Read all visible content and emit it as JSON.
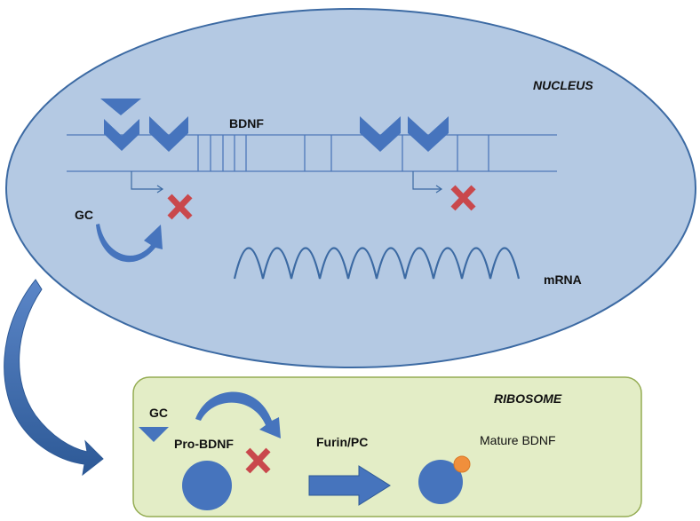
{
  "nucleus": {
    "label": "NUCLEUS"
  },
  "gene": {
    "label": "BDNF"
  },
  "transcript": {
    "label": "mRNA"
  },
  "nucleus_inhibitor": {
    "label": "GC"
  },
  "ribosome": {
    "label": "RIBOSOME"
  },
  "ribosome_inhibitor": {
    "label": "GC"
  },
  "precursor": {
    "label": "Pro-BDNF"
  },
  "enzyme": {
    "label": "Furin/PC"
  },
  "product": {
    "label": "Mature BDNF"
  },
  "colors": {
    "nucleus_fill": "#b4c9e3",
    "nucleus_stroke": "#3c6aa3",
    "ribosome_fill": "#e3edc6",
    "ribosome_stroke": "#94ac52",
    "shape_blue": "#4674bd",
    "blocked_red": "#c9484c",
    "product_dot": "#f08f3c"
  }
}
